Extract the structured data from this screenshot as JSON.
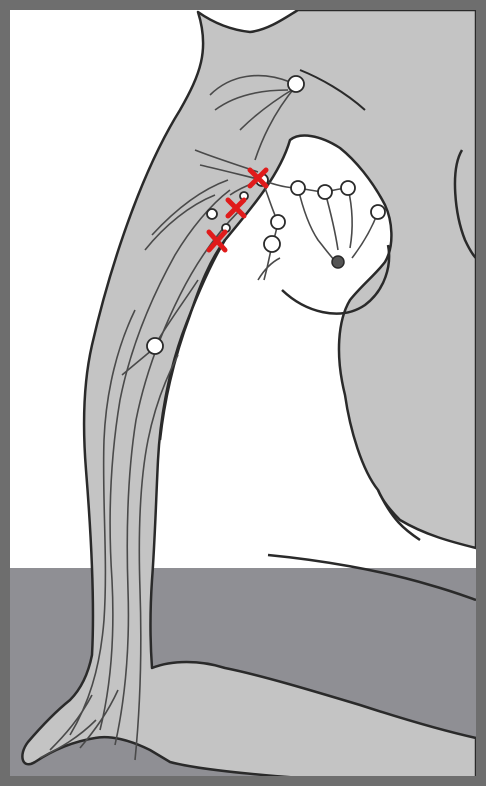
{
  "illustration": {
    "subject": "seated-figure-upper-body-with-arm-lymphatics",
    "colors": {
      "frame": "#6e6e6e",
      "background": "#ffffff",
      "floor": "#8f8f94",
      "body_fill": "#c4c4c4",
      "outline": "#2a2a2a",
      "lymph_vessel": "#4a4a4a",
      "node_fill": "#ffffff",
      "marker": "#e01b1b"
    },
    "markers": {
      "count": 3,
      "glyph": "x-mark",
      "meaning": "removed-nodes"
    },
    "node_count": 12
  }
}
